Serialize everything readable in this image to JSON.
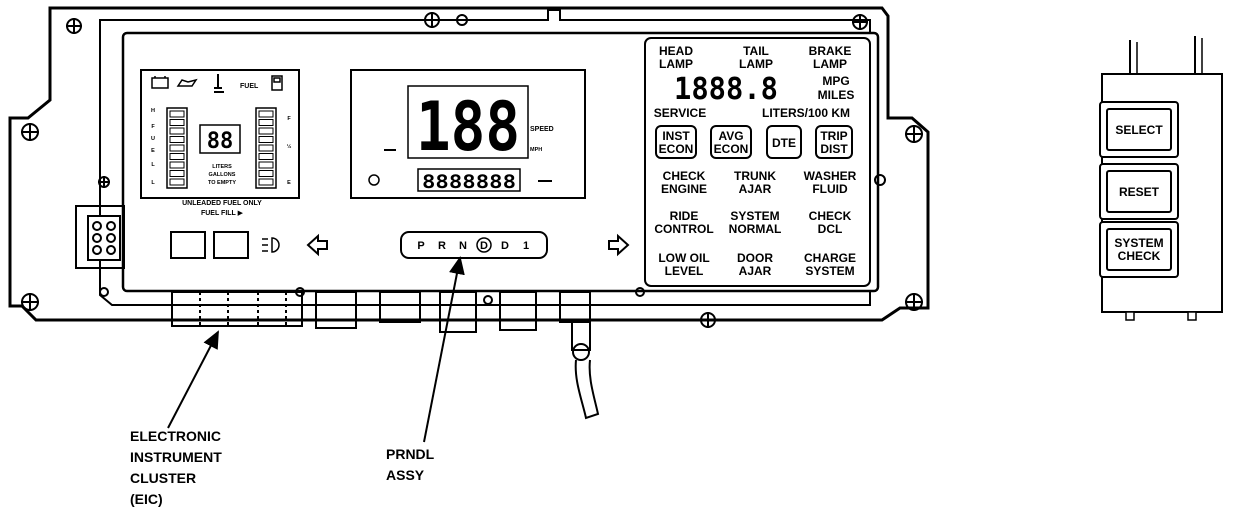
{
  "cluster": {
    "fuel_label": "FUEL",
    "fuel_scale": [
      "H",
      "F",
      "U",
      "E",
      "L",
      "L"
    ],
    "gauge_digits": "88",
    "gauge_note": [
      "LITERS",
      "GALLONS",
      "TO EMPTY"
    ],
    "temp_scale": [
      "F",
      "½",
      "E"
    ],
    "unleaded_line1": "UNLEADED FUEL ONLY",
    "unleaded_line2": "FUEL FILL ▶",
    "speed_digits": "188",
    "speed_label": "SPEED",
    "mph_label": "MPH",
    "odometer_digits": "8888888",
    "prndl": [
      "P",
      "R",
      "N",
      "D",
      "D",
      "1"
    ]
  },
  "info_panel": {
    "head_lamp": [
      "HEAD",
      "LAMP"
    ],
    "tail_lamp": [
      "TAIL",
      "LAMP"
    ],
    "brake_lamp": [
      "BRAKE",
      "LAMP"
    ],
    "display_digits": "1888.8",
    "mpg": "MPG",
    "miles": "MILES",
    "service": "SERVICE",
    "liters_100km": "LITERS/100 KM",
    "buttons": [
      [
        "INST",
        "ECON"
      ],
      [
        "AVG",
        "ECON"
      ],
      [
        "DTE"
      ],
      [
        "TRIP",
        "DIST"
      ]
    ],
    "warnings": [
      [
        "CHECK",
        "ENGINE"
      ],
      [
        "TRUNK",
        "AJAR"
      ],
      [
        "WASHER",
        "FLUID"
      ],
      [
        "RIDE",
        "CONTROL"
      ],
      [
        "SYSTEM",
        "NORMAL"
      ],
      [
        "CHECK",
        "DCL"
      ],
      [
        "LOW OIL",
        "LEVEL"
      ],
      [
        "DOOR",
        "AJAR"
      ],
      [
        "CHARGE",
        "SYSTEM"
      ]
    ]
  },
  "control_module": {
    "buttons": [
      [
        "SELECT"
      ],
      [
        "RESET"
      ],
      [
        "SYSTEM",
        "CHECK"
      ]
    ]
  },
  "callouts": {
    "eic": [
      "ELECTRONIC",
      "INSTRUMENT",
      "CLUSTER",
      "(EIC)"
    ],
    "prndl": [
      "PRNDL",
      "ASSY"
    ]
  }
}
